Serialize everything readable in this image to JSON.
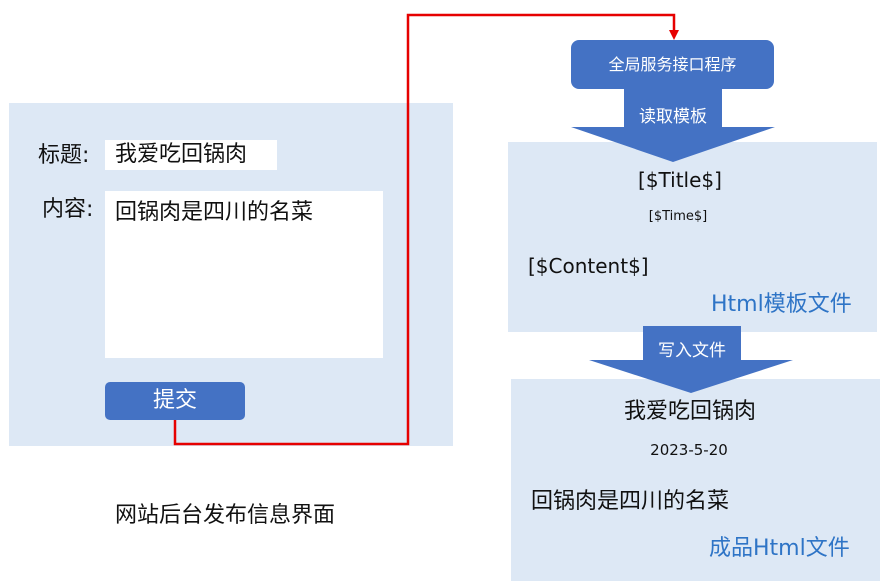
{
  "form": {
    "title_label": "标题:",
    "title_value": "我爱吃回锅肉",
    "content_label": "内容:",
    "content_value": "回锅肉是四川的名菜",
    "submit_label": "提交",
    "caption": "网站后台发布信息界面"
  },
  "service": {
    "label": "全局服务接口程序"
  },
  "steps": {
    "read_template": "读取模板",
    "write_file": "写入文件"
  },
  "template": {
    "title_placeholder": "[$Title$]",
    "time_placeholder": "[$Time$]",
    "content_placeholder": "[$Content$]",
    "name": "Html模板文件"
  },
  "output": {
    "title": "我爱吃回锅肉",
    "date": "2023-5-20",
    "content": "回锅肉是四川的名菜",
    "name": "成品Html文件"
  },
  "colors": {
    "panel": "#dde8f5",
    "primary": "#4472c4",
    "connector": "#e60000",
    "file_label": "#2e74c6"
  }
}
